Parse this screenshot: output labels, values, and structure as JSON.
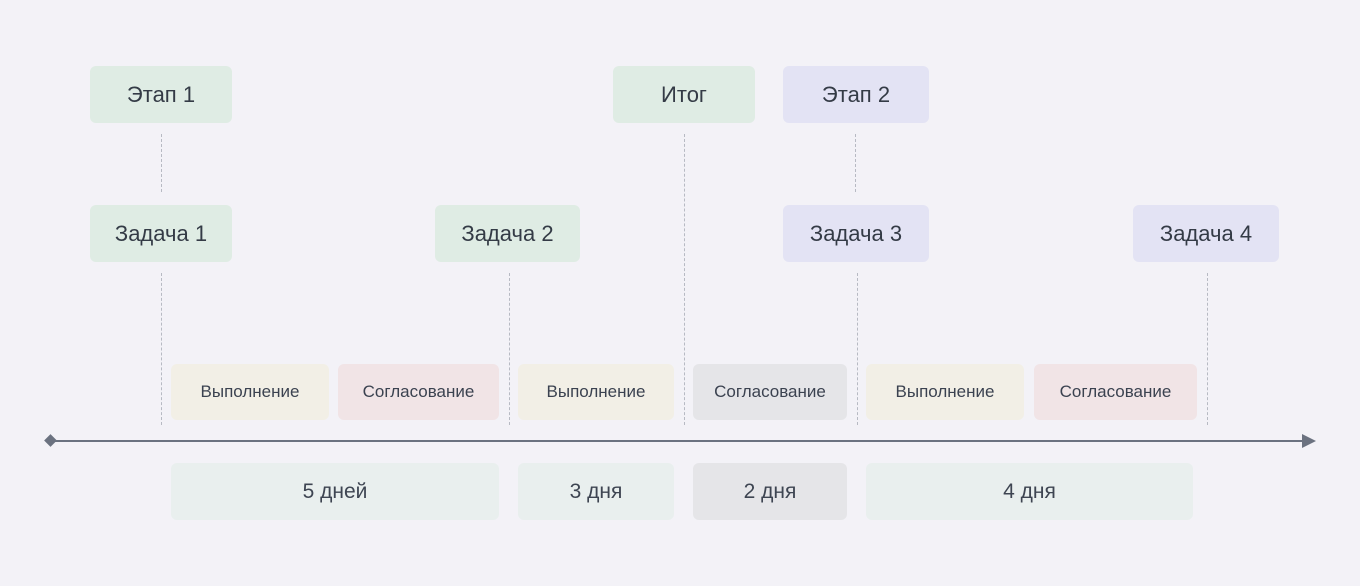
{
  "stages": [
    {
      "label": "Этап 1"
    },
    {
      "label": "Итог"
    },
    {
      "label": "Этап 2"
    }
  ],
  "tasks": [
    {
      "label": "Задача 1"
    },
    {
      "label": "Задача 2"
    },
    {
      "label": "Задача 3"
    },
    {
      "label": "Задача 4"
    }
  ],
  "phases": [
    {
      "label": "Выполнение"
    },
    {
      "label": "Согласование"
    },
    {
      "label": "Выполнение"
    },
    {
      "label": "Согласование"
    },
    {
      "label": "Выполнение"
    },
    {
      "label": "Согласование"
    }
  ],
  "durations": [
    {
      "label": "5 дней"
    },
    {
      "label": "3 дня"
    },
    {
      "label": "2 дня"
    },
    {
      "label": "4 дня"
    }
  ],
  "colors": {
    "background": "#f3f2f7",
    "green": "#dfece4",
    "lilac": "#e3e3f4",
    "beige": "#f2efe6",
    "pink": "#f1e4e6",
    "gray": "#e5e5e8",
    "mint": "#e9efee",
    "axis": "#6b7280"
  }
}
